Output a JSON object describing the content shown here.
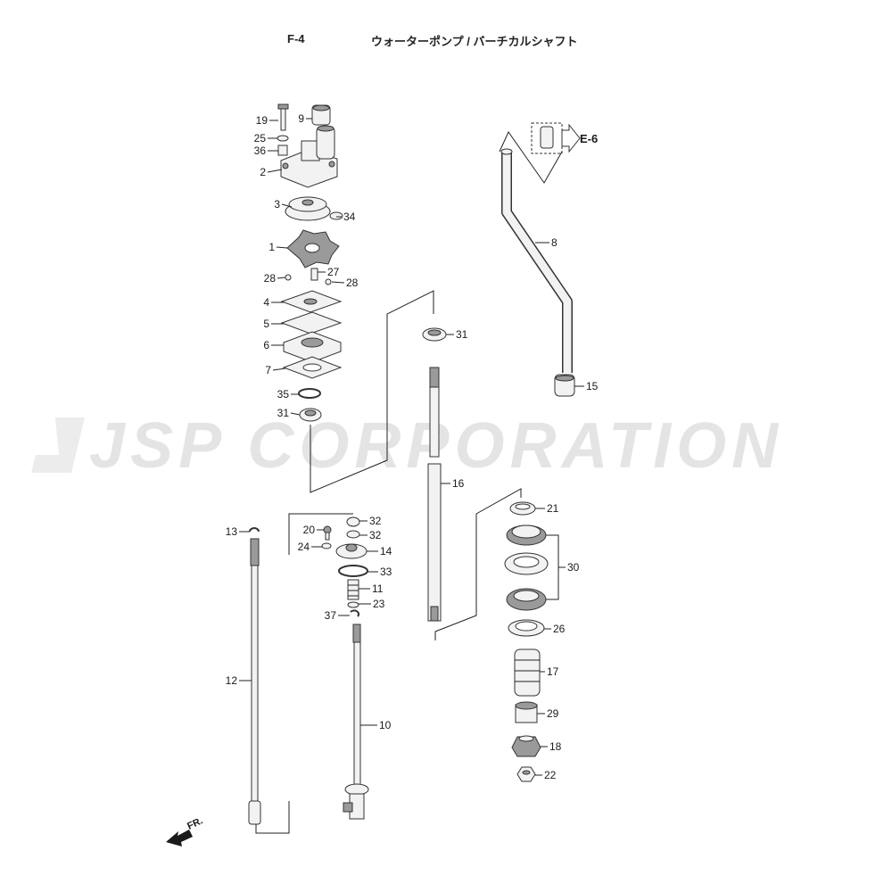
{
  "header": {
    "section_code": "F-4",
    "title": "ウォーターポンプ / バーチカルシャフト"
  },
  "watermark_text": "JSP CORPORATION",
  "reference": {
    "label": "E-6"
  },
  "front_indicator": {
    "label": "FR."
  },
  "callouts": [
    {
      "label": "19"
    },
    {
      "label": "9"
    },
    {
      "label": "25"
    },
    {
      "label": "36"
    },
    {
      "label": "2"
    },
    {
      "label": "3"
    },
    {
      "label": "34"
    },
    {
      "label": "1"
    },
    {
      "label": "28"
    },
    {
      "label": "27"
    },
    {
      "label": "28"
    },
    {
      "label": "4"
    },
    {
      "label": "5"
    },
    {
      "label": "6"
    },
    {
      "label": "7"
    },
    {
      "label": "35"
    },
    {
      "label": "31"
    },
    {
      "label": "31"
    },
    {
      "label": "8"
    },
    {
      "label": "15"
    },
    {
      "label": "16"
    },
    {
      "label": "13"
    },
    {
      "label": "20"
    },
    {
      "label": "32"
    },
    {
      "label": "32"
    },
    {
      "label": "24"
    },
    {
      "label": "14"
    },
    {
      "label": "33"
    },
    {
      "label": "11"
    },
    {
      "label": "23"
    },
    {
      "label": "37"
    },
    {
      "label": "12"
    },
    {
      "label": "10"
    },
    {
      "label": "21"
    },
    {
      "label": "30"
    },
    {
      "label": "26"
    },
    {
      "label": "17"
    },
    {
      "label": "29"
    },
    {
      "label": "18"
    },
    {
      "label": "22"
    }
  ],
  "colors": {
    "ink": "#1a1a1a",
    "watermark": "#e4e4e4",
    "part_fill": "#f2f2f2"
  }
}
